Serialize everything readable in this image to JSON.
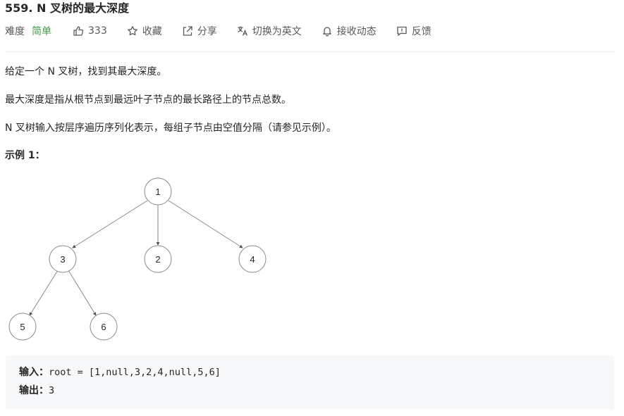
{
  "problem": {
    "title": "559. N 叉树的最大深度"
  },
  "meta": {
    "difficulty_label": "难度",
    "difficulty_value": "简单",
    "likes": "333",
    "favorite": "收藏",
    "share": "分享",
    "translate": "切换为英文",
    "subscribe": "接收动态",
    "feedback": "反馈"
  },
  "description": {
    "p1": "给定一个 N 叉树，找到其最大深度。",
    "p2": "最大深度是指从根节点到最远叶子节点的最长路径上的节点总数。",
    "p3": "N 叉树输入按层序遍历序列化表示，每组子节点由空值分隔（请参见示例）。"
  },
  "example": {
    "title": "示例 1：",
    "input_label": "输入：",
    "input_value": "root = [1,null,3,2,4,null,5,6]",
    "output_label": "输出：",
    "output_value": "3"
  },
  "tree": {
    "nodes": [
      "1",
      "3",
      "2",
      "4",
      "5",
      "6"
    ]
  },
  "colors": {
    "difficulty": "#43a047",
    "code_bg": "#f7f8fa"
  }
}
